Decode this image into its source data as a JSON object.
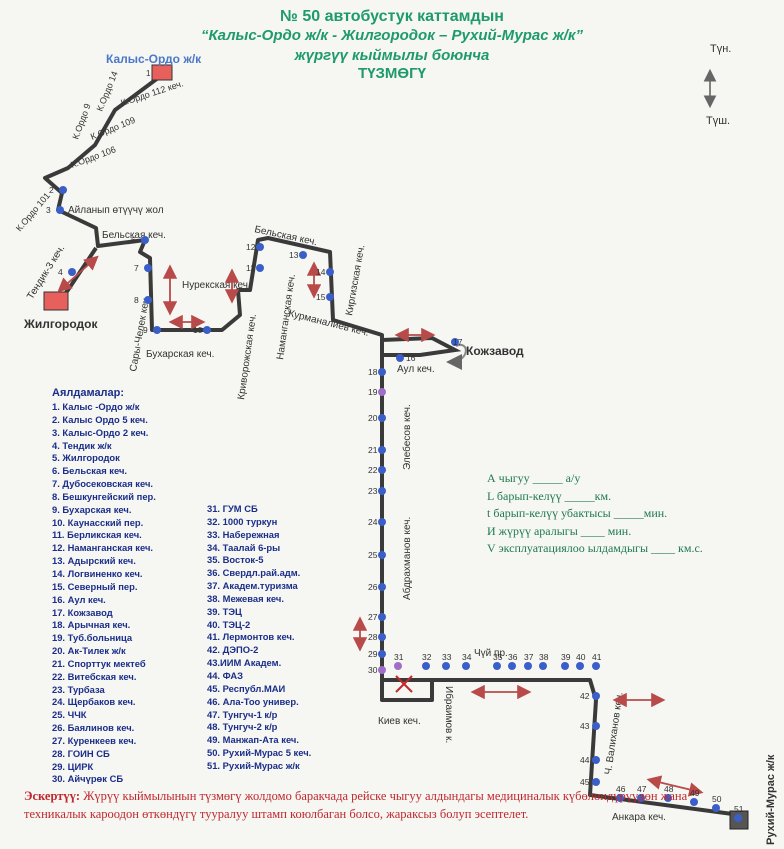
{
  "title": {
    "line1": "№ 50 автобустук каттамдын",
    "line2": "“Калыс-Ордо ж/к - Жилгородок – Рухий-Мурас ж/к”",
    "line3": "жүргүү кыймылы боюнча",
    "line4": "ТҮЗМӨГҮ"
  },
  "compass": {
    "north": "Түн.",
    "south": "Түш."
  },
  "places": {
    "terminal_start": "Калыс-Ордо ж/к",
    "terminal_mid": "Жилгородок",
    "terminal_end": "Рухий-Мурас ж/к",
    "kozhzavod": "Кожзавод"
  },
  "streets": {
    "k_ordo_14": "К.Ордо 14",
    "k_ordo_112": "К.Ордо 112 кеч.",
    "k_ordo_9": "К.Ордо 9",
    "k_ordo_109": "К.Ордо 109",
    "k_ordo_106": "К.Ордо 106",
    "k_ordo_101": "К.Ордо 101",
    "ailanyp": "Айланып өтүүчү жол",
    "tendik": "Тендик-3 кеч.",
    "belskaya1": "Бельская кеч.",
    "sary_chelek": "Сары-Челек кеч.",
    "nurekskaya": "Нурекская кеч.",
    "bukharskaya": "Бухарская кеч.",
    "krivorozhskaya": "Криворожская кеч.",
    "namanganskaya": "Наманганская кеч.",
    "belskaya2": "Бельская кеч.",
    "kirgizskaya": "Киргизская кеч.",
    "kurmanaliev": "Курманалиев кеч.",
    "aul": "Аул кеч.",
    "elebesov": "Элебесов кеч.",
    "abdrakhmanov": "Абдрахманов кеч.",
    "chuy": "Чүй пр.",
    "kiev": "Киев кеч.",
    "ibraimov": "Ибраимов к.",
    "valikhanov": "Ч. Валиханов кеч.",
    "ankara": "Анкара кеч."
  },
  "stops_title": "Аялдамалар:",
  "stops_col1": [
    "1. Калыс -Ордо ж/к",
    "2. Калыс Ордо 5 кеч.",
    "3. Калыс-Ордо 2 кеч.",
    "4. Тендик ж/к",
    "5. Жилгородок",
    "6. Бельская кеч.",
    "7. Дубосековская кеч.",
    "8. Бешкунгейский пер.",
    "9. Бухарская кеч.",
    "10. Каунасский пер.",
    "11. Берликская кеч.",
    "12. Наманганская кеч.",
    "13. Адырский кеч.",
    "14. Логвиненко кеч.",
    "15. Северный пер.",
    "16. Аул кеч.",
    "17. Кожзавод",
    "18. Арычная кеч.",
    "19. Туб.больница",
    "20. Ак-Тилек ж/к",
    "21. Спорттук мектеб",
    "22. Витебская кеч.",
    "23. Турбаза",
    "24. Щербаков кеч.",
    "25. ЧЧК",
    "26. Баялинов кеч.",
    "27. Куренкеев кеч.",
    "28. ГОИН СБ",
    "29. ЦИРК",
    "30. Айчүрөк СБ"
  ],
  "stops_col2": [
    "31. ГУМ СБ",
    "32. 1000 туркун",
    "33. Набережная",
    "34. Таалай 6-ры",
    "35. Восток-5",
    "36. Свердл.рай.адм.",
    "37. Академ.туризма",
    "38. Межевая кеч.",
    "39. ТЭЦ",
    "40. ТЭЦ-2",
    "41. Лермонтов кеч.",
    "42. ДЭПО-2",
    "43.ИИМ Академ.",
    "44. ФАЗ",
    "45. Республ.МАИ",
    "46. Ала-Тоо универ.",
    "47. Тунгуч-1 к/р",
    "48. Тунгуч-2 к/р",
    "49. Манжап-Ата кеч.",
    "50. Рухий-Мурас 5 кеч.",
    "51. Рухий-Мурас ж/к"
  ],
  "form": {
    "a": "А чыгуу _____ а/у",
    "l": "L барып-келүү _____км.",
    "t": "t барып-келүү убактысы _____мин.",
    "i": "И жүрүү аралыгы ____ мин.",
    "v": "V эксплуатациялоо ылдамдыгы ____ км.с."
  },
  "note": {
    "label": "Эскертүү:",
    "text": "Жүрүү кыймылынын түзмөгү жолдомо баракчада рейске чыгуу алдындагы медициналык күбөлөндүрүүдөн жана техникалык кароодон өткөндүгү тууралуу штамп коюлбаган болсо, жараксыз болуп эсептелет."
  },
  "colors": {
    "title": "#1e9a6e",
    "route": "#3a3a3a",
    "stop": "#3b5fc8",
    "arrow": "#b84a4a",
    "terminal": "#e8605c",
    "list": "#1a2e8a",
    "note": "#c0282e"
  }
}
